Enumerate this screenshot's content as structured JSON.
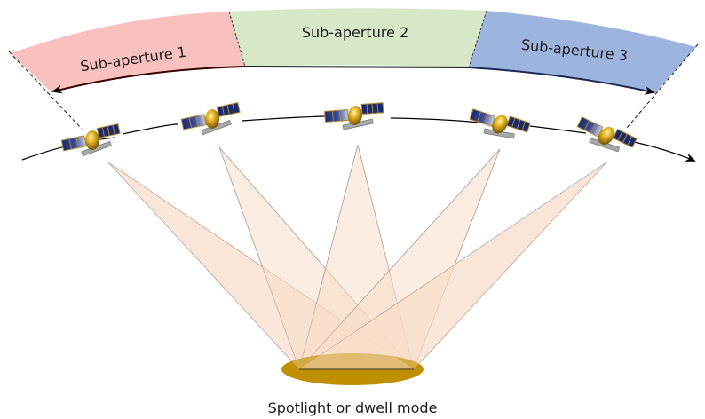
{
  "diagram": {
    "type": "SAR spotlight acquisition geometry",
    "sub_apertures": [
      {
        "label": "Sub-aperture 1",
        "color": "#f9c0c0"
      },
      {
        "label": "Sub-aperture 2",
        "color": "#d6e8c8"
      },
      {
        "label": "Sub-aperture 3",
        "color": "#9cb4de"
      }
    ],
    "satellites_count": 5,
    "beam_color": "#f8dcc8",
    "beam_edge_color": "#a89a90",
    "target_color": "#c08f00",
    "orbit_direction": "left-to-right",
    "caption": "Spotlight or dwell mode"
  }
}
